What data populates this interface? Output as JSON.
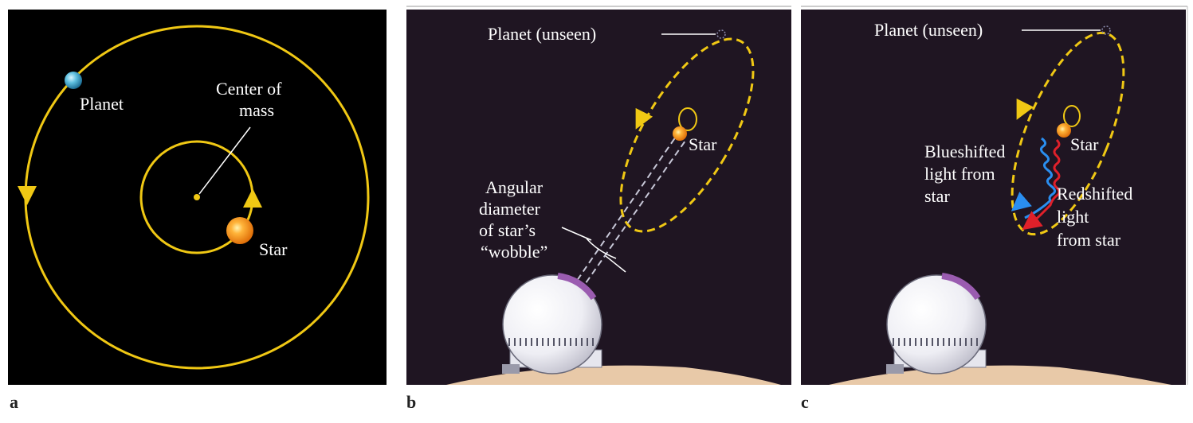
{
  "panel_a": {
    "letter": "a",
    "planet_label": "Planet",
    "center_label_line1": "Center of",
    "center_label_line2": "mass",
    "star_label": "Star"
  },
  "panel_b": {
    "letter": "b",
    "planet_label": "Planet (unseen)",
    "star_label": "Star",
    "angular_line1": "Angular",
    "angular_line2": "diameter",
    "angular_line3": "of star’s",
    "angular_line4": "“wobble”"
  },
  "panel_c": {
    "letter": "c",
    "planet_label": "Planet (unseen)",
    "star_label": "Star",
    "blue_line1": "Blueshifted",
    "blue_line2": "light from",
    "blue_line3": "star",
    "red_line1": "Redshifted",
    "red_line2": "light",
    "red_line3": "from star"
  },
  "colors": {
    "panel_a_bg": "#000000",
    "panel_bc_bg": "#1f1522",
    "orbit": "#f0c814",
    "star": "#f5a020",
    "planet": "#3aa6c9",
    "blueshift": "#2a8ef0",
    "redshift": "#e0202a",
    "ground": "#e8c9a8",
    "dome_stripe": "#9a5cb0"
  }
}
